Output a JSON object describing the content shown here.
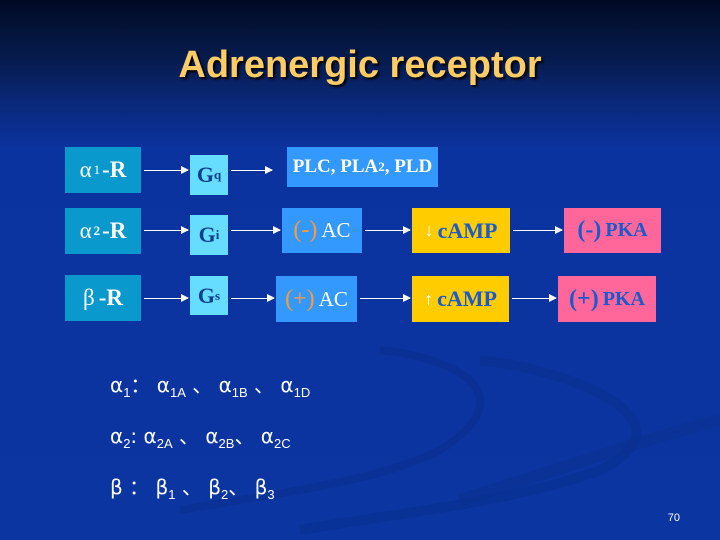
{
  "slide": {
    "title": "Adrenergic receptor",
    "page_number": "70",
    "background_color": "#0b35a0"
  },
  "pathways": [
    {
      "receptor": {
        "base": "α",
        "sub": "1",
        "suffix": "-R"
      },
      "g_protein": {
        "base": "G",
        "sub": "q"
      },
      "effector": {
        "text1": "PLC, PLA",
        "sub": "2",
        "text2": ", PLD"
      }
    },
    {
      "receptor": {
        "base": "α",
        "sub": "2",
        "suffix": "-R"
      },
      "g_protein": {
        "base": "G",
        "sub": "i"
      },
      "enzyme": {
        "sign": "(-)",
        "label": "AC"
      },
      "second_messenger": {
        "arrow": "↓",
        "label": "cAMP"
      },
      "kinase": {
        "sign": "(-)",
        "label": "PKA"
      }
    },
    {
      "receptor": {
        "base": "β",
        "sub": "",
        "suffix": "-R"
      },
      "g_protein": {
        "base": "G",
        "sub": "s"
      },
      "enzyme": {
        "sign": "(+)",
        "label": "AC"
      },
      "second_messenger": {
        "arrow": "↑",
        "label": "cAMP"
      },
      "kinase": {
        "sign": "(+)",
        "label": "PKA"
      }
    }
  ],
  "subtypes": [
    {
      "head": "α",
      "head_sub": "1",
      "sep": "：",
      "items": [
        {
          "base": "α",
          "sub": "1A",
          "delim": " 、 "
        },
        {
          "base": "α",
          "sub": "1B",
          "delim": " 、 "
        },
        {
          "base": "α",
          "sub": "1D",
          "delim": ""
        }
      ]
    },
    {
      "head": "α",
      "head_sub": "2",
      "sep": ":",
      "items": [
        {
          "base": "α",
          "sub": "2A",
          "delim": " 、 "
        },
        {
          "base": "α",
          "sub": "2B",
          "delim": "、 "
        },
        {
          "base": "α",
          "sub": "2C",
          "delim": ""
        }
      ]
    },
    {
      "head": "β",
      "head_sub": "",
      "sep": " ：",
      "items": [
        {
          "base": "β",
          "sub": "1",
          "delim": " 、 "
        },
        {
          "base": "β",
          "sub": "2",
          "delim": "、 "
        },
        {
          "base": "β",
          "sub": "3",
          "delim": ""
        }
      ]
    }
  ],
  "colors": {
    "title": "#ffcc66",
    "receptor_box": "#0a99cc",
    "g_protein_box": "#66ddff",
    "effector_box": "#3399ff",
    "camp_box": "#ffcc00",
    "pka_box": "#ff6699",
    "sign_orange": "#ff9933",
    "blue_text": "#1a5acc"
  }
}
